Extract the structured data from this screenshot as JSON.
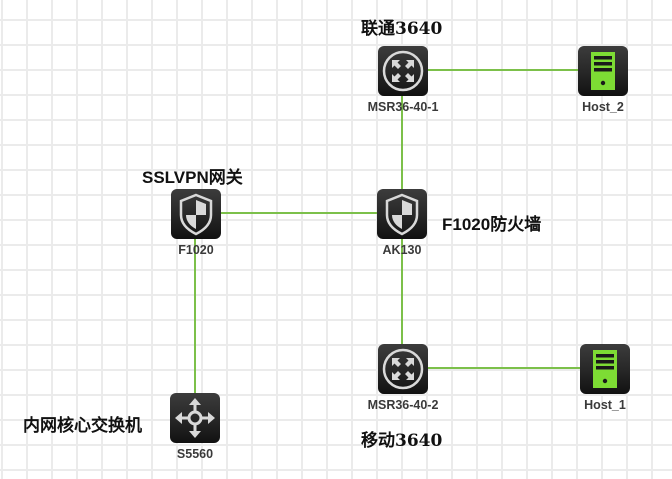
{
  "colors": {
    "link": "#7cc04a",
    "grid": "#ebebeb",
    "device_bg": "#262626",
    "device_glyph": "#d9d9d9",
    "host_green": "#7ddc34"
  },
  "devices": [
    {
      "id": "msr1",
      "label": "MSR36-40-1",
      "type": "router",
      "icon": "router-icon"
    },
    {
      "id": "host2",
      "label": "Host_2",
      "type": "host",
      "icon": "server-icon"
    },
    {
      "id": "f1020",
      "label": "F1020",
      "type": "firewall",
      "icon": "firewall-shield-icon"
    },
    {
      "id": "ak130",
      "label": "AK130",
      "type": "firewall",
      "icon": "firewall-shield-icon"
    },
    {
      "id": "msr2",
      "label": "MSR36-40-2",
      "type": "router",
      "icon": "router-icon"
    },
    {
      "id": "host1",
      "label": "Host_1",
      "type": "host",
      "icon": "server-icon"
    },
    {
      "id": "s5560",
      "label": "S5560",
      "type": "switch",
      "icon": "switch-icon"
    }
  ],
  "links": [
    {
      "from": "msr1",
      "to": "host2"
    },
    {
      "from": "msr1",
      "to": "ak130"
    },
    {
      "from": "f1020",
      "to": "ak130"
    },
    {
      "from": "ak130",
      "to": "msr2"
    },
    {
      "from": "msr2",
      "to": "host1"
    },
    {
      "from": "f1020",
      "to": "s5560"
    }
  ],
  "annotations": {
    "unicom": "联通3640",
    "sslvpn": "SSLVPN网关",
    "firewall": "F1020防火墙",
    "mobile": "移动3640",
    "core_switch": "内网核心交换机"
  }
}
